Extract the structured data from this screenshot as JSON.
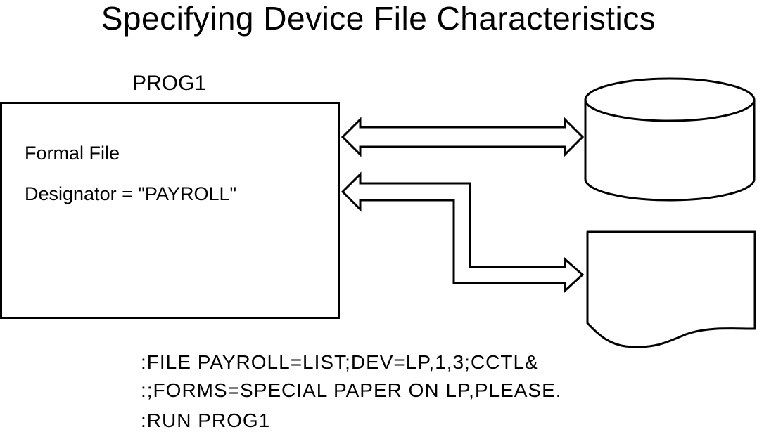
{
  "title": "Specifying Device File Characteristics",
  "program": {
    "name": "PROG1",
    "formal_file_line1": "Formal File",
    "formal_file_line2": "Designator = \"PAYROLL\""
  },
  "devices": [
    {
      "icon": "disk-drive-icon"
    },
    {
      "icon": "printed-page-icon"
    }
  ],
  "commands": [
    ":FILE PAYROLL=LIST;DEV=LP,1,3;CCTL&",
    ":;FORMS=SPECIAL PAPER ON LP,PLEASE.",
    ":RUN PROG1"
  ]
}
